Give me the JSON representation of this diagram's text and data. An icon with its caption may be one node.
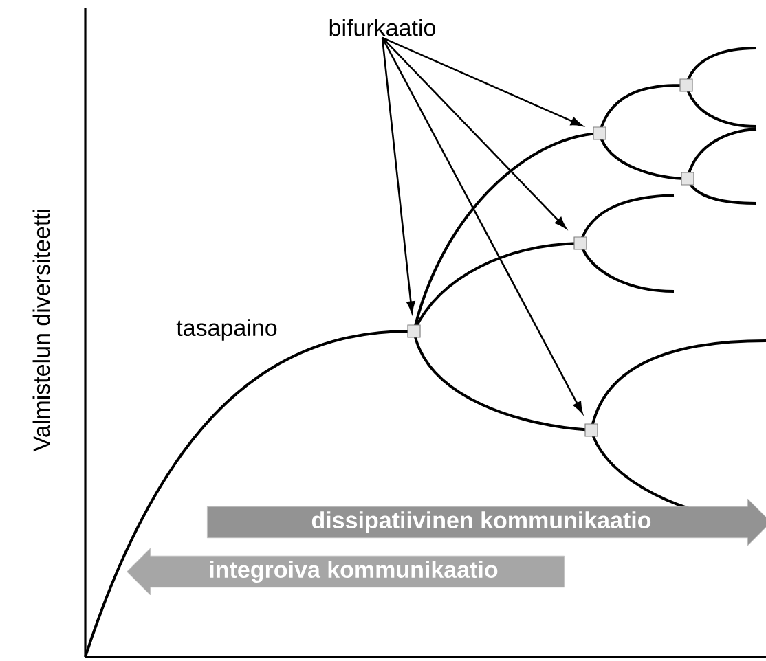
{
  "diagram": {
    "nodes": [
      {
        "text": [
          "bifurkaatio"
        ]
      },
      {
        "text": [],
        "shape": "box"
      },
      {
        "text": [],
        "shape": "box"
      },
      {
        "text": [],
        "shape": "box"
      },
      {
        "text": [],
        "shape": "box"
      },
      {
        "text": [],
        "shape": "box"
      },
      {
        "text": [],
        "shape": "box"
      },
      {
        "text": [
          "dissipatiivinen kommunikaatio"
        ]
      },
      {
        "text": [
          "integroiva kommunikaatio"
        ]
      }
    ],
    "edges": [
      {
        "from": 0,
        "to": 5,
        "arrow": "to"
      },
      {
        "from": 0,
        "to": 2,
        "arrow": "to"
      },
      {
        "from": 0,
        "to": 4,
        "arrow": "to"
      },
      {
        "from": 0,
        "to": 6,
        "arrow": "to"
      }
    ],
    "labels": [
      "tasapaino",
      "Valmistelun diversiteetti"
    ]
  }
}
